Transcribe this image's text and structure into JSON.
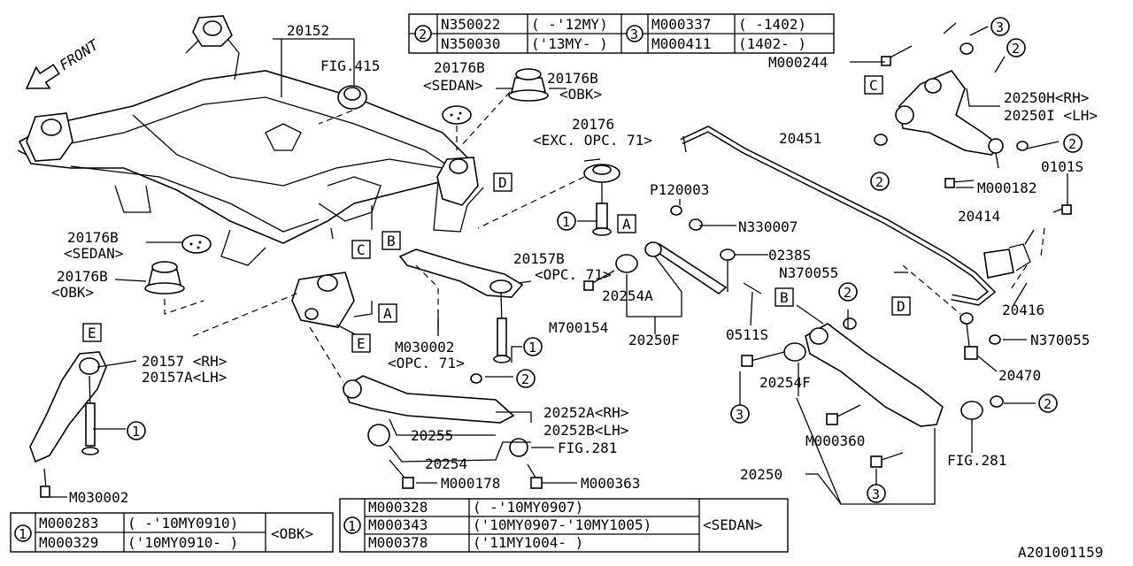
{
  "drawing_id": "A201001159",
  "front_label": "FRONT",
  "table_top": {
    "rows": [
      {
        "key": "2",
        "part": "N350022",
        "range": "( -'12MY)"
      },
      {
        "key": "2",
        "part": "N350030",
        "range": "('13MY- )"
      },
      {
        "key": "3",
        "part": "M000337",
        "range": "( -1402)"
      },
      {
        "key": "3",
        "part": "M000411",
        "range": "(1402- )"
      }
    ]
  },
  "table_bottom_left": {
    "key": "1",
    "rows": [
      {
        "part": "M000283",
        "range": "( -'10MY0910)"
      },
      {
        "part": "M000329",
        "range": "('10MY0910- )"
      }
    ],
    "note": "<OBK>"
  },
  "table_bottom_mid": {
    "key": "1",
    "rows": [
      {
        "part": "M000328",
        "range": "( -'10MY0907)"
      },
      {
        "part": "M000343",
        "range": "('10MY0907-'10MY1005)"
      },
      {
        "part": "M000378",
        "range": "('11MY1004- )"
      }
    ],
    "note": "<SEDAN>"
  },
  "labels": {
    "p20152": "20152",
    "fig415": "FIG.415",
    "p20176B_sedan_top": "20176B",
    "sedan_top": "<SEDAN>",
    "p20176B_bk_top": "20176B",
    "bk_top": "<OBK>",
    "p20176": "20176",
    "exc_pc71": "<EXC. OPC. 71>",
    "p20451": "20451",
    "m000244": "M000244",
    "p20250H": "20250H<RH>",
    "p20250I": "20250I <LH>",
    "p0101S": "0101S",
    "m000182": "M000182",
    "p120003": "P120003",
    "n330007": "N330007",
    "p0238S": "0238S",
    "p20414": "20414",
    "n370055_a": "N370055",
    "p20416": "20416",
    "n370055_b": "N370055",
    "p20470": "20470",
    "p20176B_sedan_left": "20176B",
    "sedan_left": "<SEDAN>",
    "p20176B_bk_left": "20176B",
    "bk_left": "<OBK>",
    "p20157B": "20157B",
    "pc71_a": "<OPC. 71>",
    "p20254A": "20254A",
    "m700154": "M700154",
    "p20250F": "20250F",
    "p0511S": "0511S",
    "m030002_mid": "M030002",
    "pc71_b": "<OPC. 71>",
    "p20157": "20157 <RH>",
    "p20157A": "20157A<LH>",
    "m030002_left": "M030002",
    "p20252A": "20252A<RH>",
    "p20252B": "20252B<LH>",
    "p20255": "20255",
    "p20254": "20254",
    "fig281_a": "FIG.281",
    "m000178": "M000178",
    "m000363": "M000363",
    "p20254F": "20254F",
    "m000360": "M000360",
    "fig281_b": "FIG.281",
    "p20250": "20250"
  },
  "refs": {
    "A1": "A",
    "B1": "B",
    "C1": "C",
    "D1": "D",
    "E1": "E",
    "A2": "A",
    "B2": "B",
    "C2": "C",
    "D2": "D",
    "E2": "E"
  },
  "circled": [
    "1",
    "2",
    "3"
  ]
}
